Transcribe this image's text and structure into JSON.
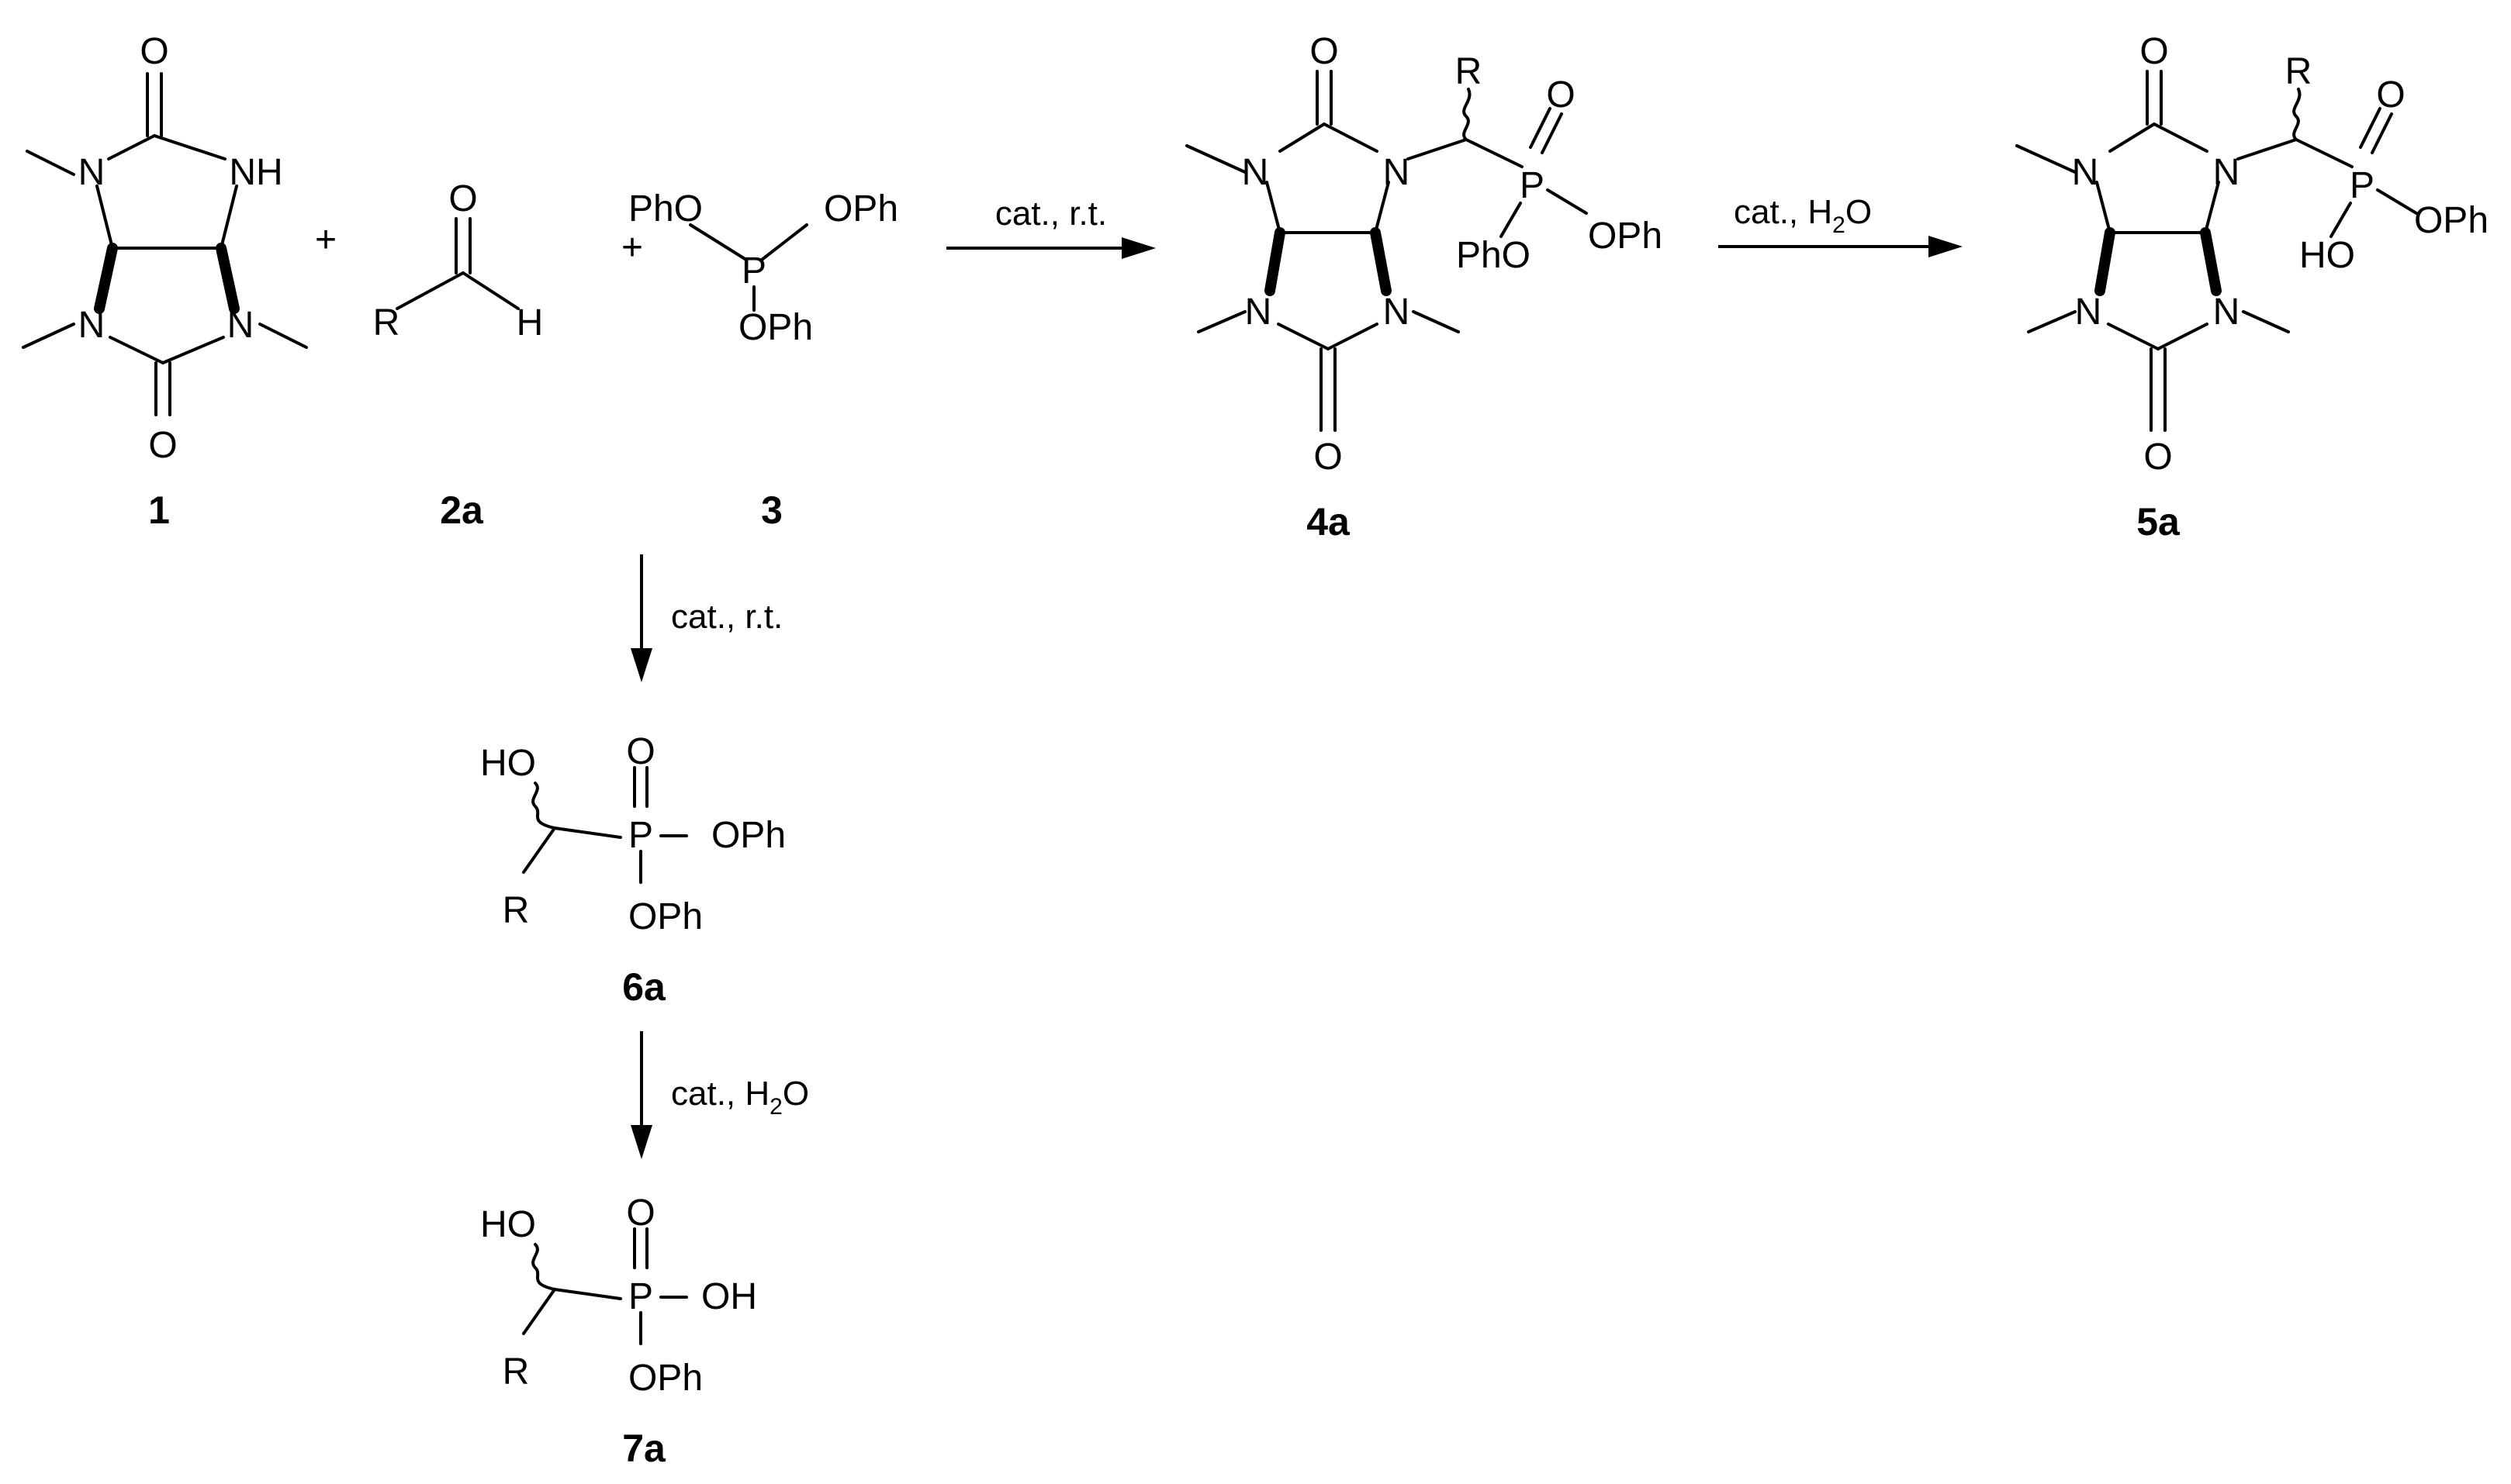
{
  "atoms": {
    "N": "N",
    "NH": "NH",
    "O": "O",
    "R": "R",
    "H": "H",
    "P": "P",
    "PhO": "PhO",
    "OPh": "OPh",
    "HO": "HO",
    "OH": "OH",
    "plus": "+"
  },
  "labels": {
    "c1": "1",
    "c2a": "2a",
    "c3": "3",
    "c4a": "4a",
    "c5a": "5a",
    "c6a": "6a",
    "c7a": "7a"
  },
  "conditions": {
    "step1": "cat., r.t.",
    "step2_prefix": "cat., H",
    "step2_sub": "2",
    "step2_suffix": "O",
    "step3": "cat., r.t.",
    "step4_prefix": "cat., H",
    "step4_sub": "2",
    "step4_suffix": "O"
  }
}
